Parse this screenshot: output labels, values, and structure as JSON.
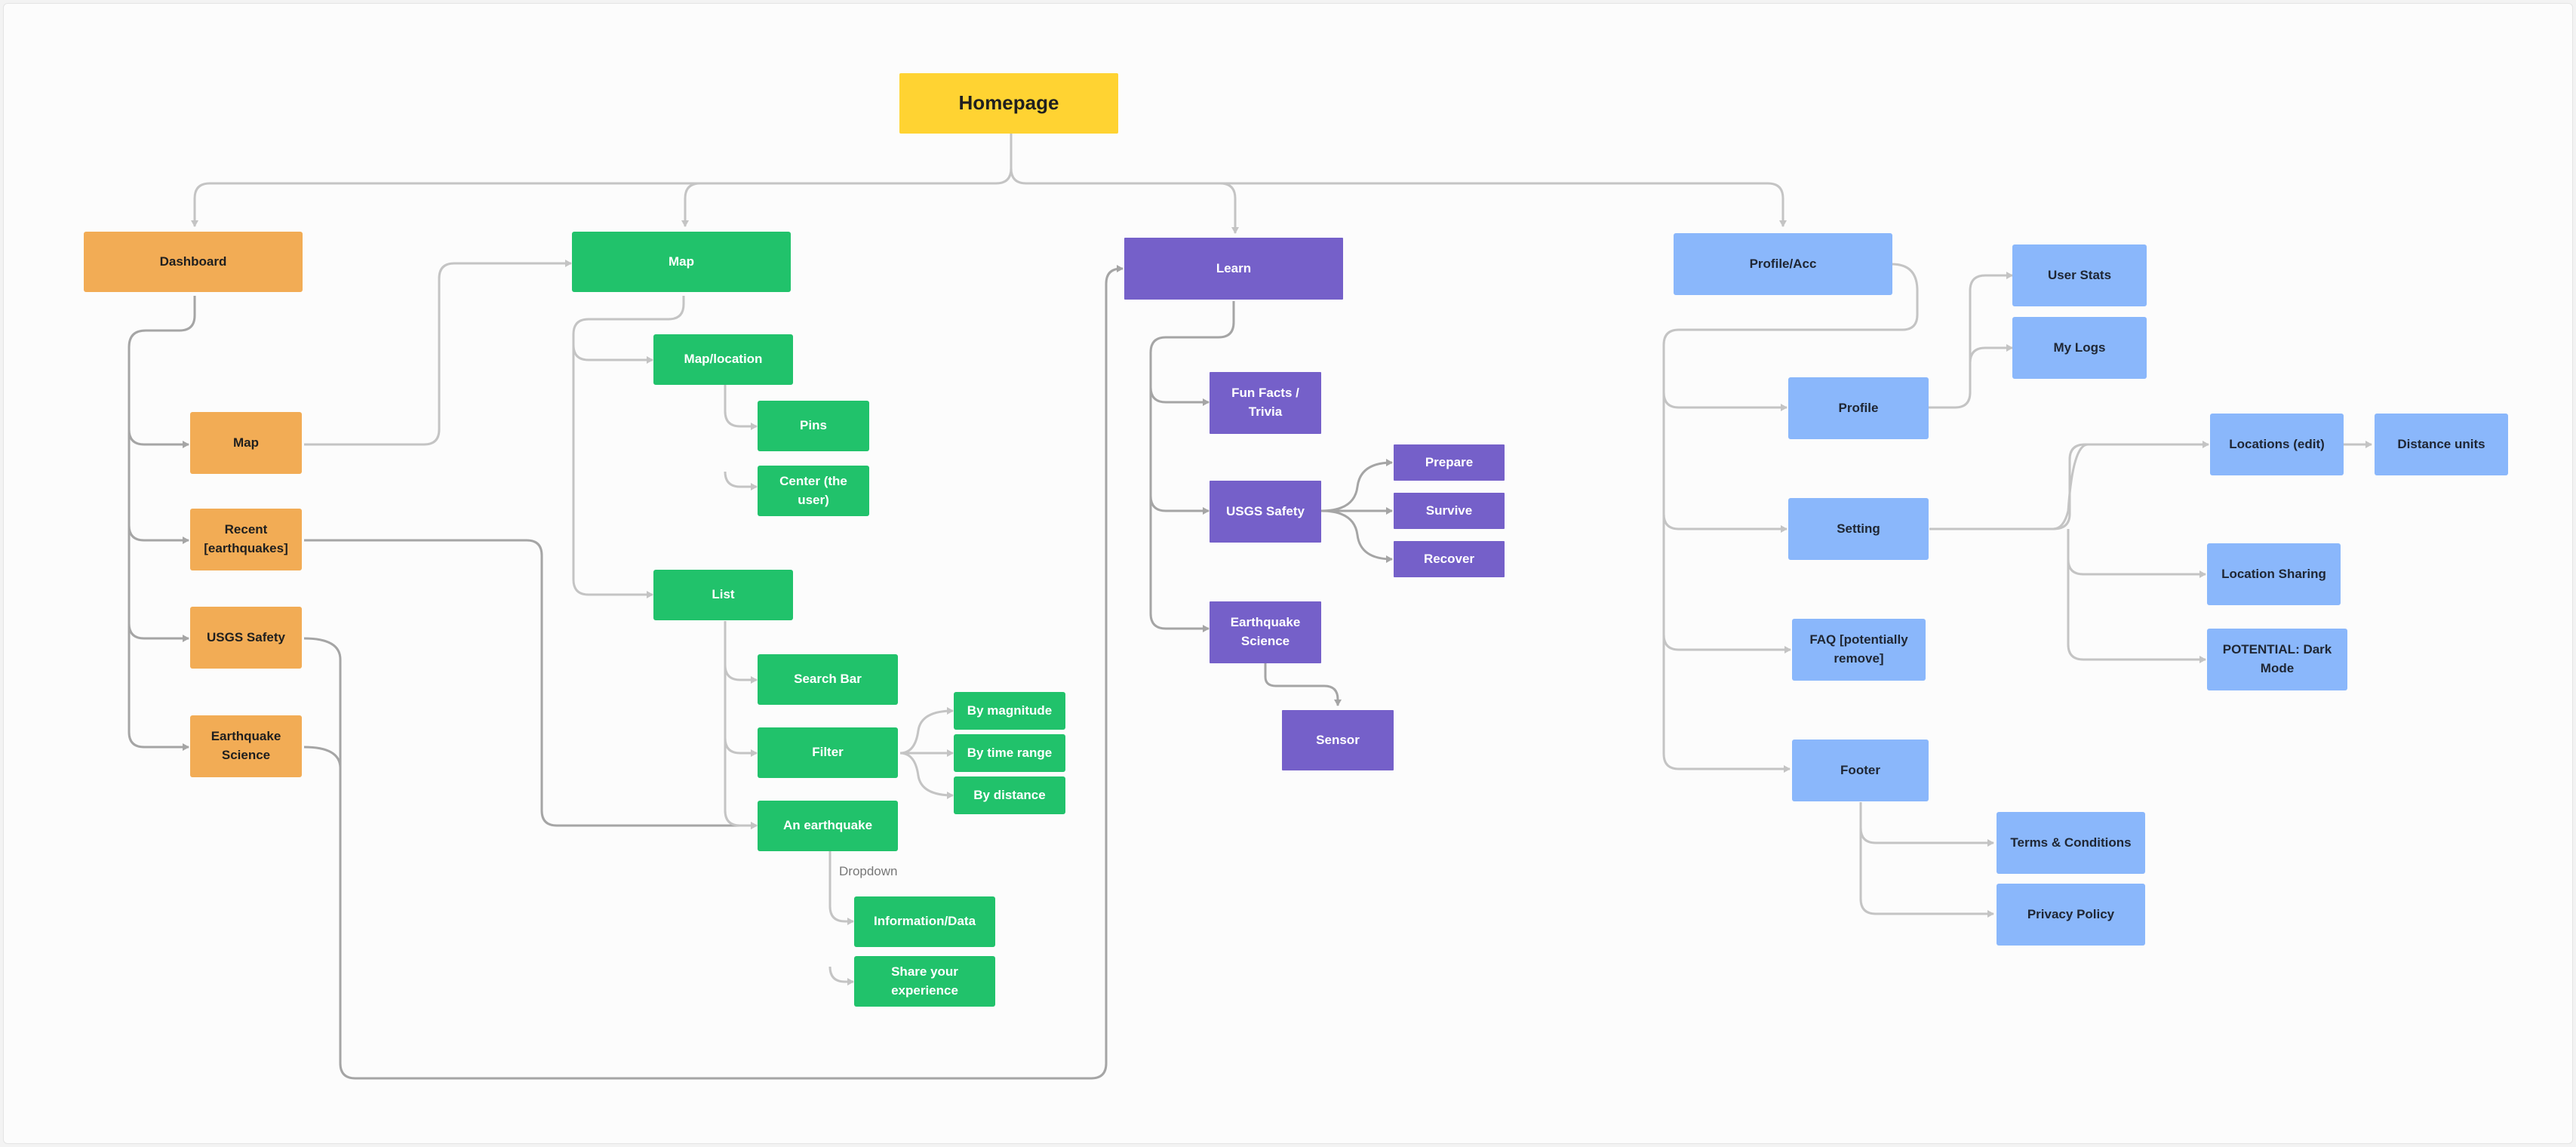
{
  "diagram": {
    "root": "Homepage",
    "dashboard": {
      "title": "Dashboard",
      "items": [
        "Map",
        "Recent [earthquakes]",
        "USGS Safety",
        "Earthquake Science"
      ]
    },
    "map": {
      "title": "Map",
      "map_location": "Map/location",
      "pins": "Pins",
      "center": "Center (the user)",
      "list": "List",
      "search_bar": "Search Bar",
      "filter": "Filter",
      "filter_options": [
        "By magnitude",
        "By time range",
        "By distance"
      ],
      "an_earthquake": "An earthquake",
      "dropdown_note": "Dropdown",
      "information_data": "Information/Data",
      "share_experience": "Share your experience"
    },
    "learn": {
      "title": "Learn",
      "fun_facts": "Fun Facts / Trivia",
      "usgs_safety": "USGS Safety",
      "safety_steps": [
        "Prepare",
        "Survive",
        "Recover"
      ],
      "earthquake_science": "Earthquake Science",
      "sensor": "Sensor"
    },
    "profile": {
      "title": "Profile/Acc",
      "profile": "Profile",
      "user_stats": "User Stats",
      "my_logs": "My Logs",
      "setting": "Setting",
      "locations_edit": "Locations (edit)",
      "distance_units": "Distance units",
      "location_sharing": "Location Sharing",
      "dark_mode": "POTENTIAL: Dark Mode",
      "faq": "FAQ [potentially remove]",
      "footer": "Footer",
      "terms": "Terms & Conditions",
      "privacy": "Privacy Policy"
    }
  },
  "colors": {
    "root": "#ffd332",
    "dashboard": "#f2ac55",
    "map": "#21c26b",
    "learn": "#7560c9",
    "profile": "#8ab7fb",
    "connector": "#c4c4c4",
    "connector_dark": "#a5a5a5"
  }
}
